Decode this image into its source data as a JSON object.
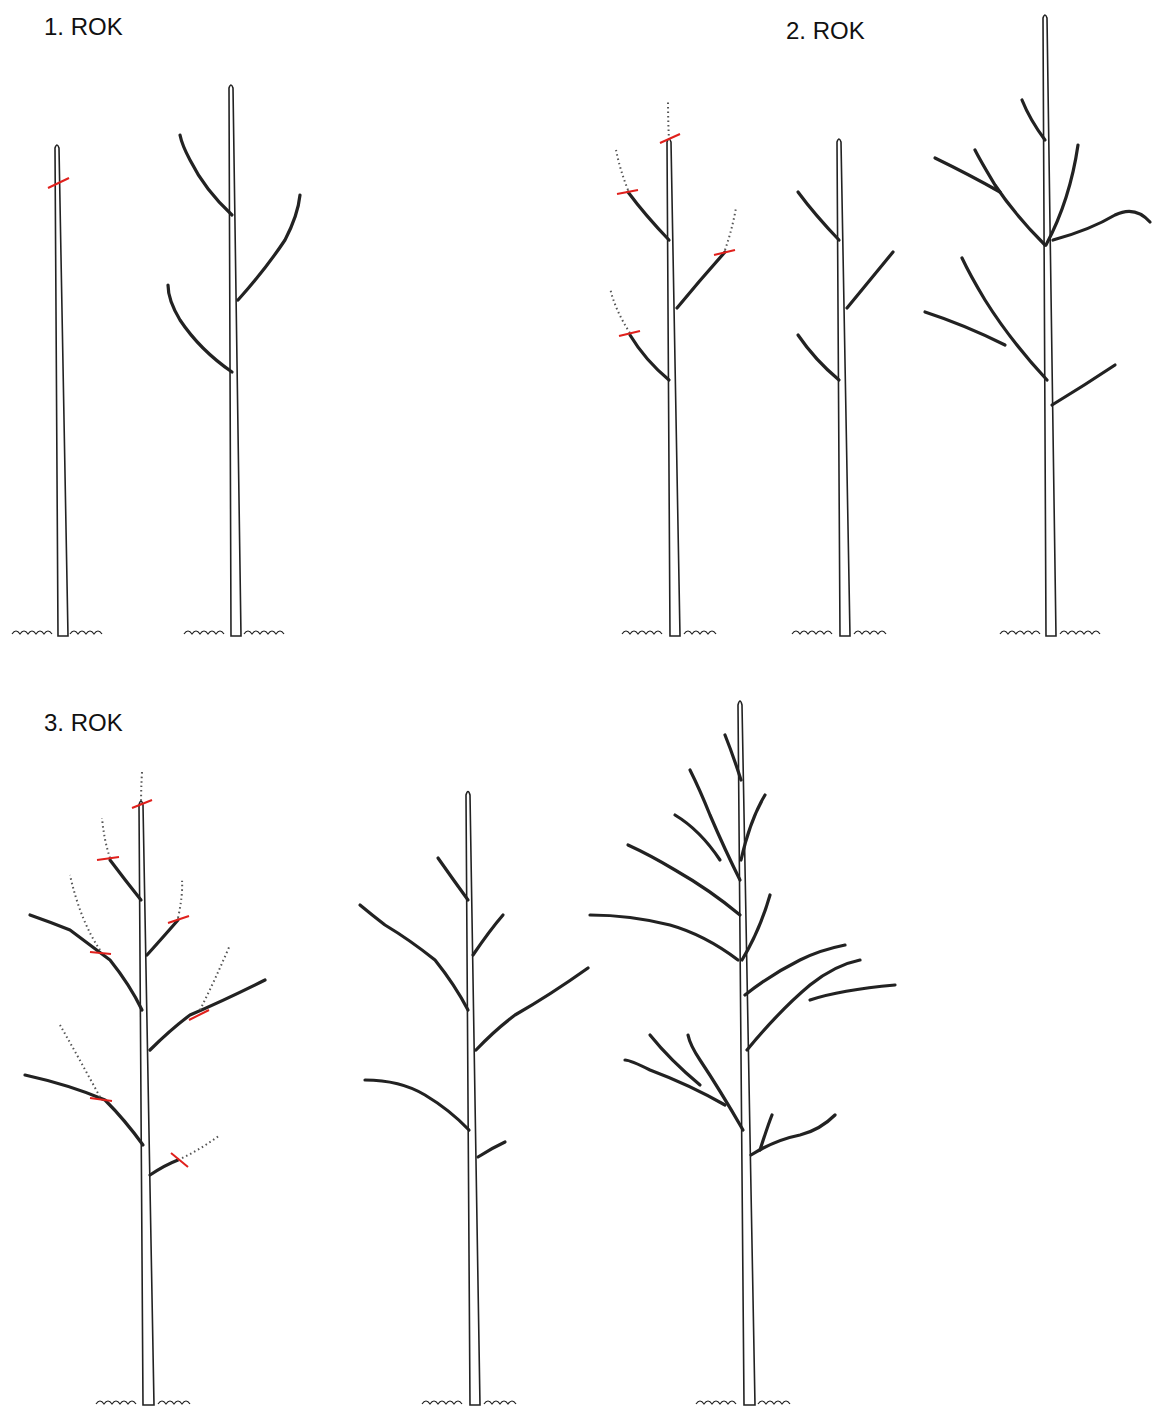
{
  "diagram": {
    "labels": [
      "1. ROK",
      "2. ROK",
      "3. ROK"
    ]
  }
}
